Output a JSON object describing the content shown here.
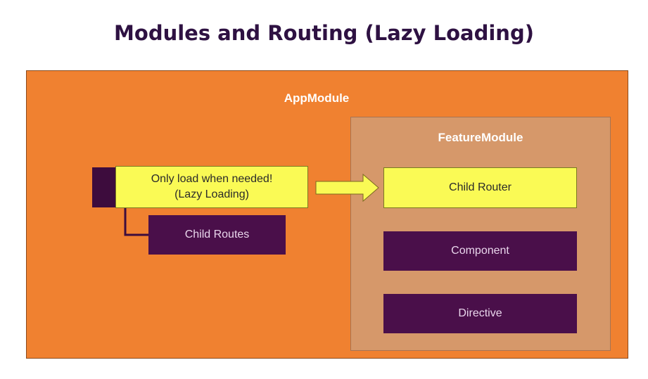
{
  "title": "Modules and Routing (Lazy Loading)",
  "app_module": {
    "label": "AppModule",
    "lazy_note": {
      "line1": "Only load when needed!",
      "line2": "(Lazy Loading)"
    },
    "child_routes": "Child Routes"
  },
  "feature_module": {
    "label": "FeatureModule",
    "child_router": "Child Router",
    "component": "Component",
    "directive": "Directive"
  },
  "colors": {
    "app_module_fill": "#f08130",
    "feature_module_fill": "#d6986a",
    "highlight_fill": "#fafa55",
    "dark_box_fill": "#4a0f4a",
    "title_color": "#2e1142"
  }
}
